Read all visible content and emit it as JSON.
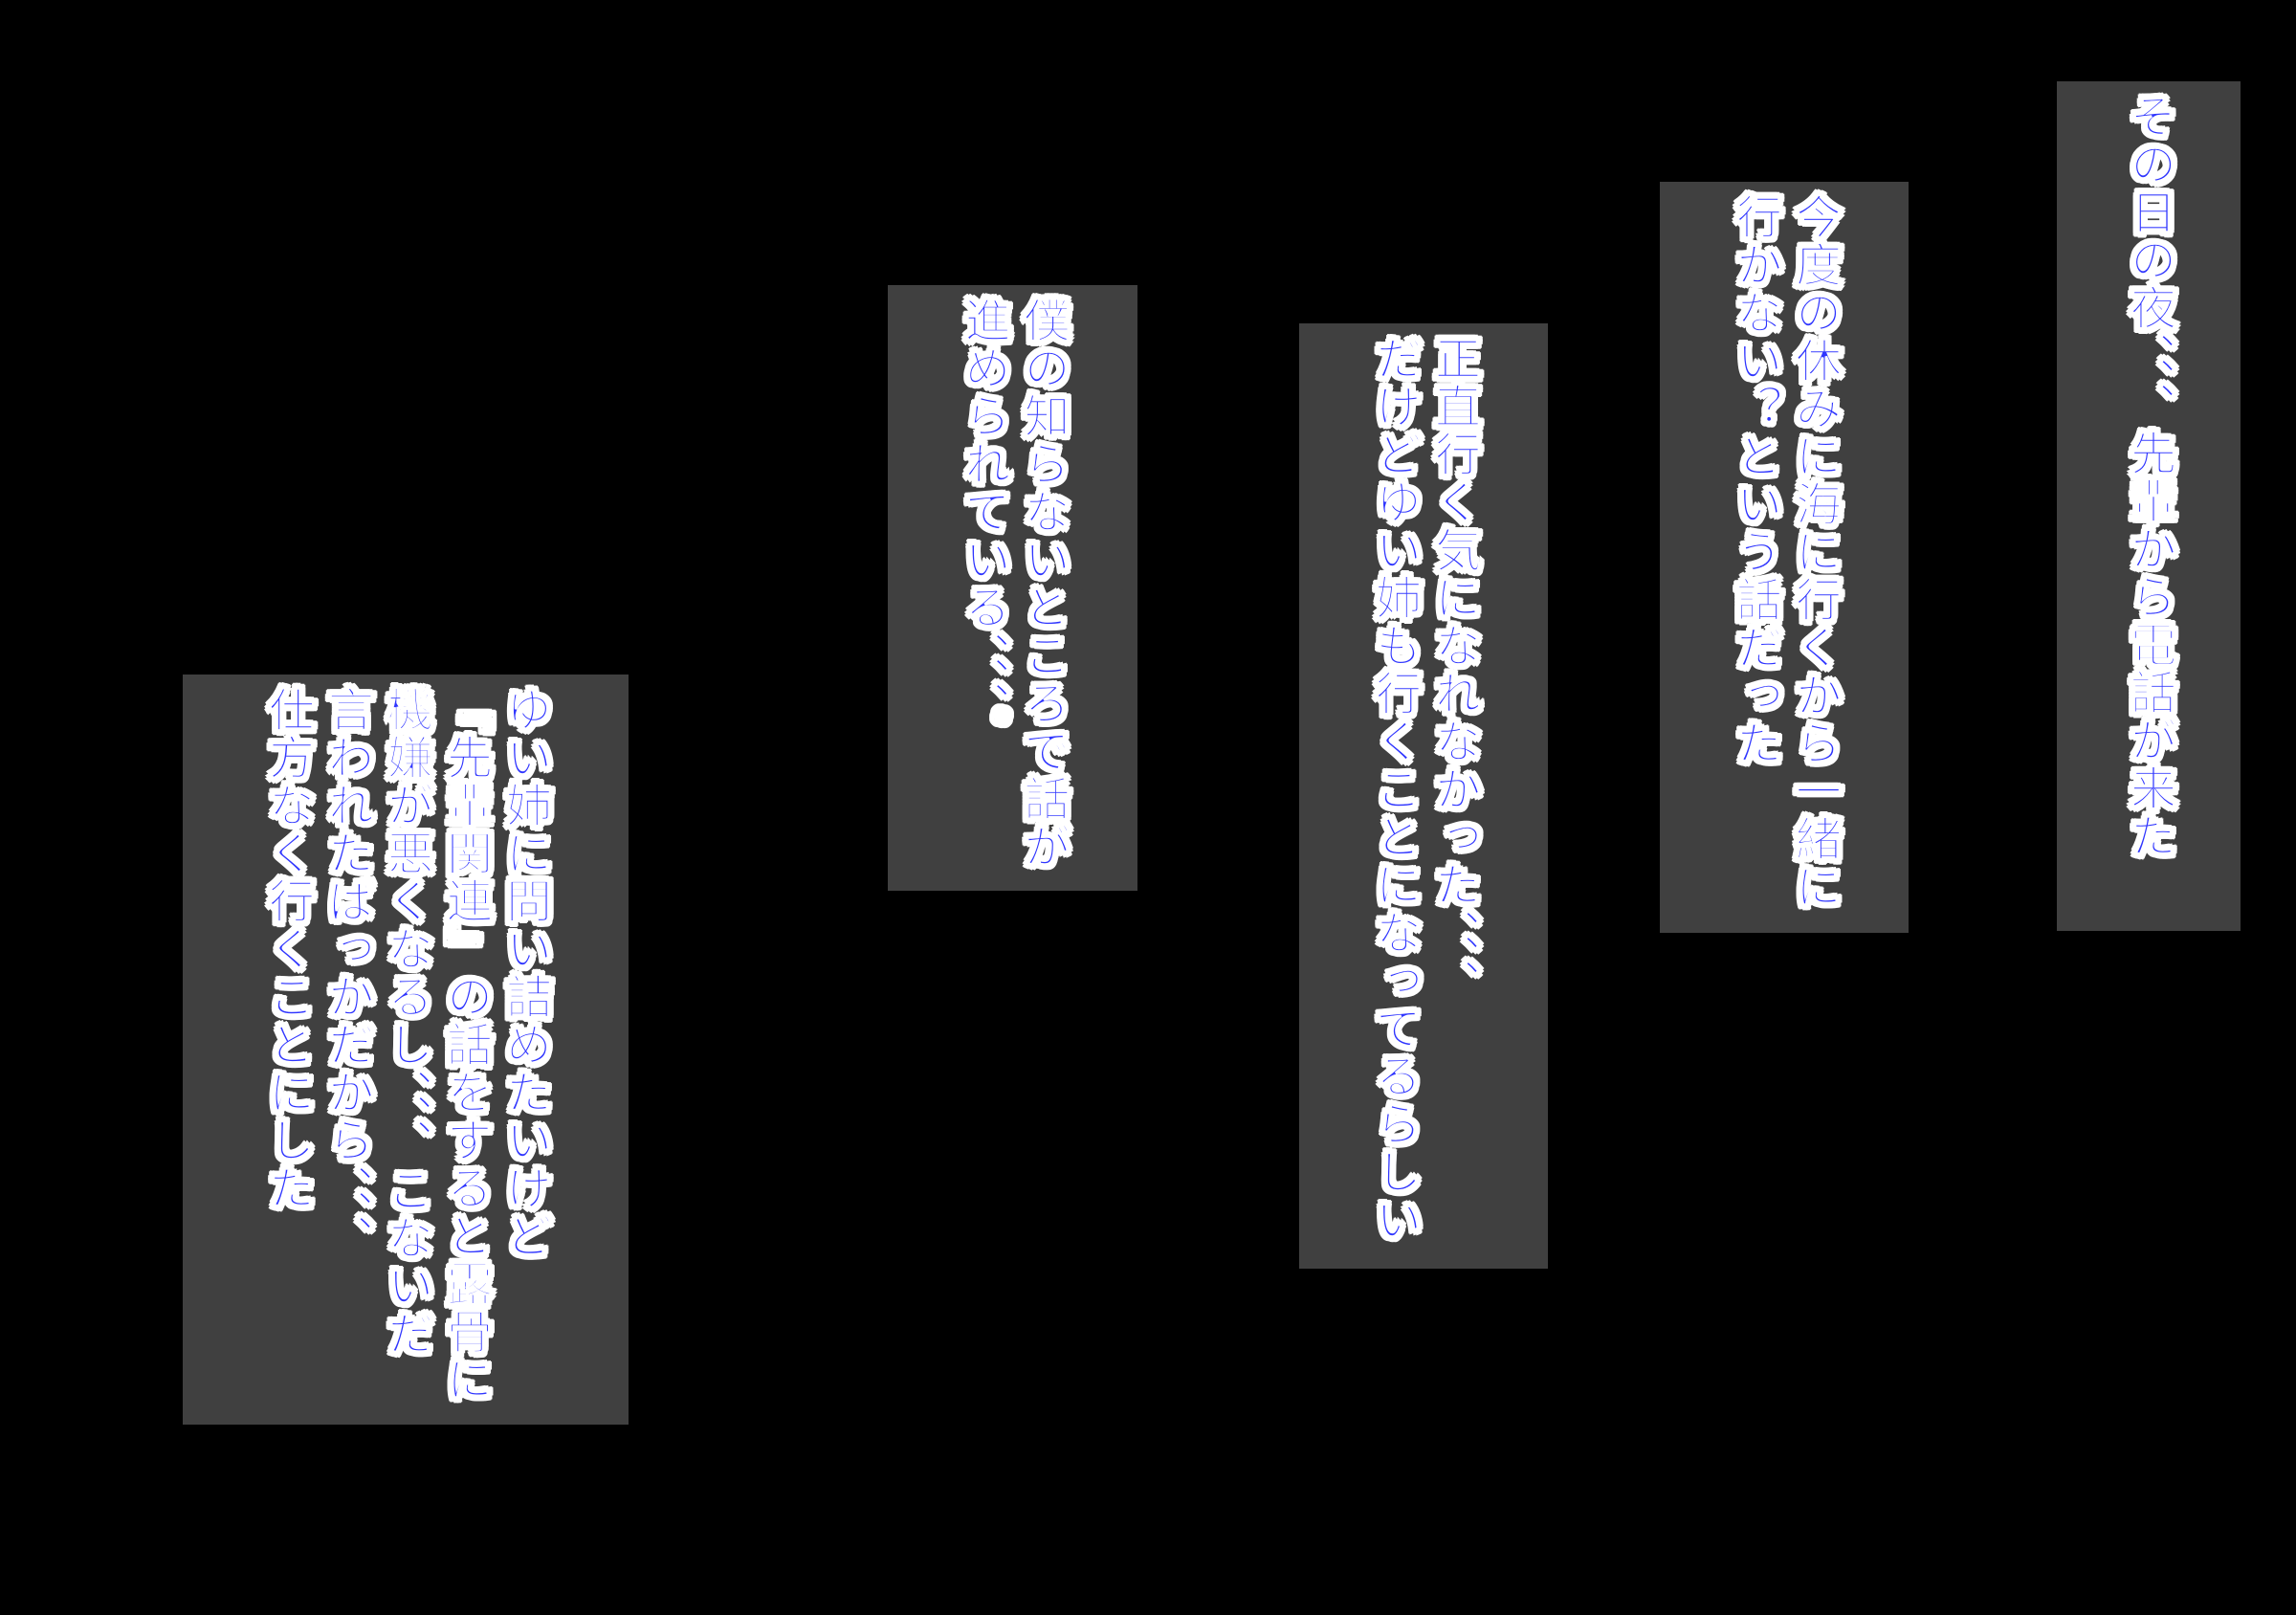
{
  "panels": [
    {
      "lines": [
        "その日の夜、、、先輩から電話が来た"
      ]
    },
    {
      "lines": [
        "今度の休みに海に行くから一緒に",
        "行かない？という話だった"
      ]
    },
    {
      "lines": [
        "正直行く気になれなかった、、、",
        "だけどゆい姉も行くことになってるらしい"
      ]
    },
    {
      "lines": [
        "僕の知らないところで話が",
        "進められている、、、。"
      ]
    },
    {
      "lines": [
        "ゆい姉に問い詰めたいけど",
        "『先輩関連』の話をすると露骨に",
        "機嫌が悪くなるし、、、こないだ",
        "言われたばっかだから、、、",
        "仕方なく行くことにした"
      ]
    }
  ],
  "colors": {
    "background": "#000000",
    "panel": "#404040",
    "text": "#2f35ff",
    "outline": "#ffffff"
  }
}
